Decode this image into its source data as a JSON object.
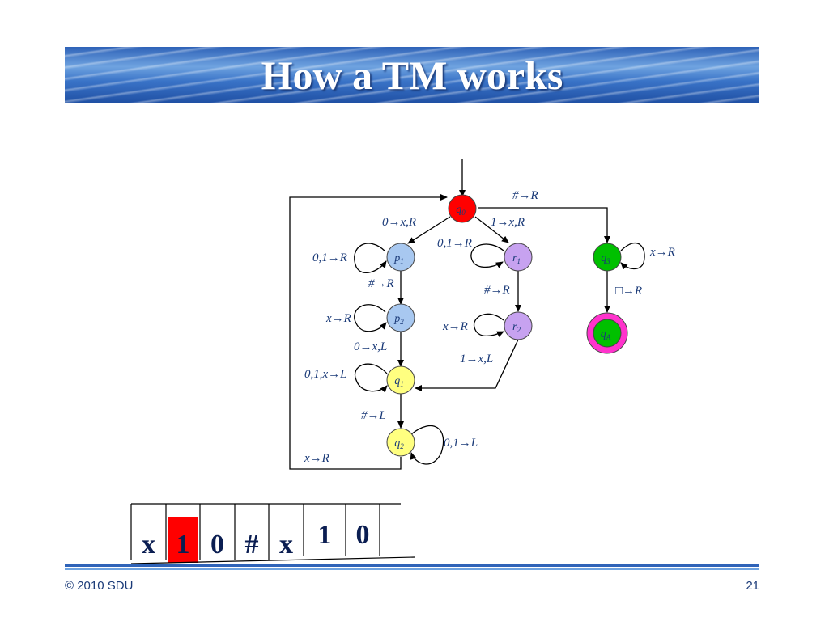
{
  "slide": {
    "title": "How a TM works",
    "copyright": "© 2010 SDU",
    "page_number": "21"
  },
  "colors": {
    "q0": "#ff0000",
    "p": "#a8c8f0",
    "r": "#c7a2f0",
    "q_yellow": "#ffff80",
    "q3": "#00c000",
    "accept_ring": "#ff33cc",
    "text_blue": "#1a3a78",
    "tape_head": "#ff0000"
  },
  "states": {
    "q0": {
      "base": "q",
      "sub": "0"
    },
    "p1": {
      "base": "p",
      "sub": "1"
    },
    "p2": {
      "base": "p",
      "sub": "2"
    },
    "q1": {
      "base": "q",
      "sub": "1"
    },
    "q2": {
      "base": "q",
      "sub": "2"
    },
    "r1": {
      "base": "r",
      "sub": "1"
    },
    "r2": {
      "base": "r",
      "sub": "2"
    },
    "q3": {
      "base": "q",
      "sub": "3"
    },
    "qA": {
      "base": "q",
      "sub": "A"
    }
  },
  "transitions": {
    "q0_q3": "#→R",
    "q0_p1": "0→x,R",
    "q0_r1": "1→x,R",
    "p1_loop": "0,1→R",
    "r1_loop": "0,1→R",
    "q3_loop": "x→R",
    "q3_qA": "□→R",
    "p1_p2": "#→R",
    "r1_r2": "#→R",
    "p2_loop": "x→R",
    "r2_loop": "x→R",
    "p2_q1": "0→x,L",
    "r2_q1": "1→x,L",
    "q1_loop": "0,1,x→L",
    "q1_q2": "#→L",
    "q2_loop": "0,1→L",
    "q2_q0": "x→R"
  },
  "tape": {
    "cells": [
      "x",
      "1",
      "0",
      "#",
      "x",
      "1",
      "0",
      ""
    ],
    "head_index": 1
  }
}
